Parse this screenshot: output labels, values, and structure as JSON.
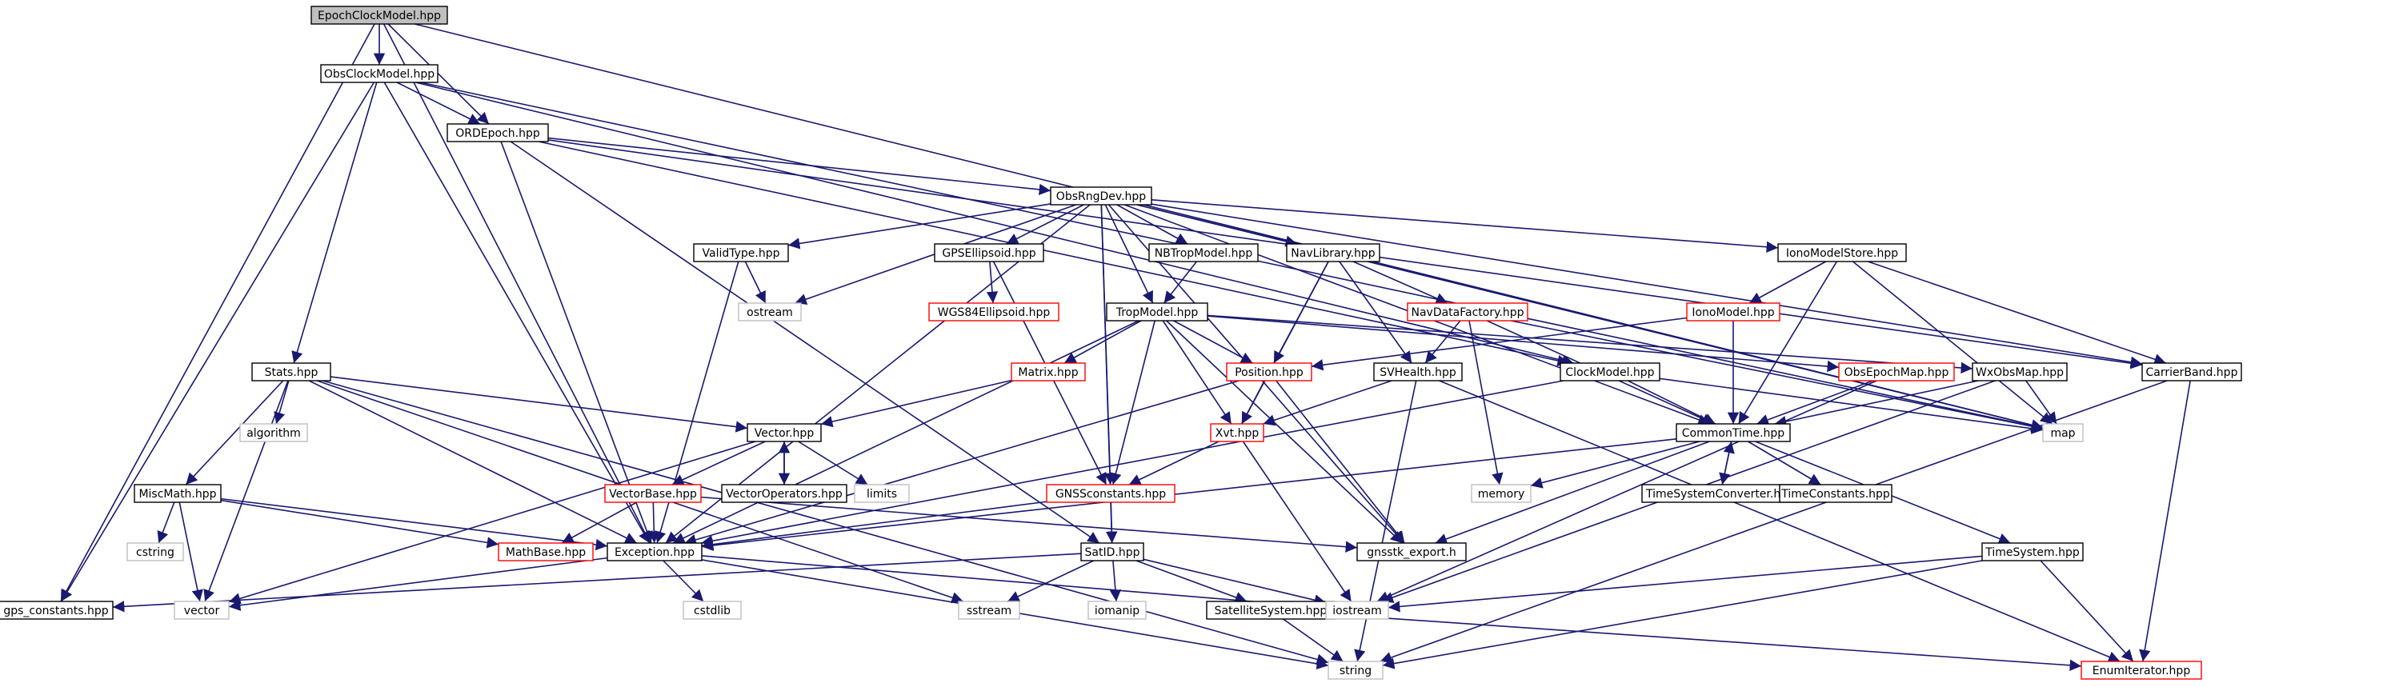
{
  "colors": {
    "edge": "#191970",
    "node_border": "#000000",
    "root_fill": "#bfbfbf",
    "normal_fill": "#ffffff",
    "incomplete_border": "#ff0000",
    "system_border": "#bfbfbf"
  },
  "graph": {
    "nodes": [
      {
        "id": "root",
        "label": "EpochClockModel.hpp",
        "kind": "root"
      },
      {
        "id": "obsclock",
        "label": "ObsClockModel.hpp",
        "kind": "normal"
      },
      {
        "id": "ordepoch",
        "label": "ORDEpoch.hpp",
        "kind": "normal"
      },
      {
        "id": "obsrng",
        "label": "ObsRngDev.hpp",
        "kind": "normal"
      },
      {
        "id": "validtype",
        "label": "ValidType.hpp",
        "kind": "normal"
      },
      {
        "id": "gpsell",
        "label": "GPSEllipsoid.hpp",
        "kind": "normal"
      },
      {
        "id": "nbtrop",
        "label": "NBTropModel.hpp",
        "kind": "normal"
      },
      {
        "id": "navlib",
        "label": "NavLibrary.hpp",
        "kind": "normal"
      },
      {
        "id": "ionostore",
        "label": "IonoModelStore.hpp",
        "kind": "normal"
      },
      {
        "id": "ostream",
        "label": "ostream",
        "kind": "system"
      },
      {
        "id": "wgs84",
        "label": "WGS84Ellipsoid.hpp",
        "kind": "incomplete"
      },
      {
        "id": "trop",
        "label": "TropModel.hpp",
        "kind": "normal"
      },
      {
        "id": "navdf",
        "label": "NavDataFactory.hpp",
        "kind": "incomplete"
      },
      {
        "id": "ionomodel",
        "label": "IonoModel.hpp",
        "kind": "incomplete"
      },
      {
        "id": "stats",
        "label": "Stats.hpp",
        "kind": "normal"
      },
      {
        "id": "algorithm",
        "label": "algorithm",
        "kind": "system"
      },
      {
        "id": "matrix",
        "label": "Matrix.hpp",
        "kind": "incomplete"
      },
      {
        "id": "position",
        "label": "Position.hpp",
        "kind": "incomplete"
      },
      {
        "id": "svhealth",
        "label": "SVHealth.hpp",
        "kind": "normal"
      },
      {
        "id": "clockmodel",
        "label": "ClockModel.hpp",
        "kind": "normal"
      },
      {
        "id": "obsepochmap",
        "label": "ObsEpochMap.hpp",
        "kind": "incomplete"
      },
      {
        "id": "wxobsmap",
        "label": "WxObsMap.hpp",
        "kind": "normal"
      },
      {
        "id": "carrierband",
        "label": "CarrierBand.hpp",
        "kind": "normal"
      },
      {
        "id": "map",
        "label": "map",
        "kind": "system"
      },
      {
        "id": "vector_h",
        "label": "Vector.hpp",
        "kind": "normal"
      },
      {
        "id": "xvt",
        "label": "Xvt.hpp",
        "kind": "incomplete"
      },
      {
        "id": "commontime",
        "label": "CommonTime.hpp",
        "kind": "normal"
      },
      {
        "id": "miscmath",
        "label": "MiscMath.hpp",
        "kind": "normal"
      },
      {
        "id": "vectorbase",
        "label": "VectorBase.hpp",
        "kind": "incomplete"
      },
      {
        "id": "vectorops",
        "label": "VectorOperators.hpp",
        "kind": "normal"
      },
      {
        "id": "limits",
        "label": "limits",
        "kind": "system"
      },
      {
        "id": "gnssconst",
        "label": "GNSSconstants.hpp",
        "kind": "incomplete"
      },
      {
        "id": "memory",
        "label": "memory",
        "kind": "system"
      },
      {
        "id": "tsconv",
        "label": "TimeSystemConverter.hpp",
        "kind": "normal"
      },
      {
        "id": "timeconst",
        "label": "TimeConstants.hpp",
        "kind": "normal"
      },
      {
        "id": "cstring",
        "label": "cstring",
        "kind": "system"
      },
      {
        "id": "mathbase",
        "label": "MathBase.hpp",
        "kind": "incomplete"
      },
      {
        "id": "exception",
        "label": "Exception.hpp",
        "kind": "normal"
      },
      {
        "id": "satid",
        "label": "SatID.hpp",
        "kind": "normal"
      },
      {
        "id": "gnsstk_export",
        "label": "gnsstk_export.h",
        "kind": "normal"
      },
      {
        "id": "timesystem",
        "label": "TimeSystem.hpp",
        "kind": "normal"
      },
      {
        "id": "gpsconst",
        "label": "gps_constants.hpp",
        "kind": "normal"
      },
      {
        "id": "vector_s",
        "label": "vector",
        "kind": "system"
      },
      {
        "id": "cstdlib",
        "label": "cstdlib",
        "kind": "system"
      },
      {
        "id": "sstream",
        "label": "sstream",
        "kind": "system"
      },
      {
        "id": "iomanip",
        "label": "iomanip",
        "kind": "system"
      },
      {
        "id": "satsys",
        "label": "SatelliteSystem.hpp",
        "kind": "normal"
      },
      {
        "id": "iostream",
        "label": "iostream",
        "kind": "system"
      },
      {
        "id": "string",
        "label": "string",
        "kind": "system"
      },
      {
        "id": "enumiter",
        "label": "EnumIterator.hpp",
        "kind": "incomplete"
      }
    ],
    "edges": [
      [
        "root",
        "obsclock"
      ],
      [
        "root",
        "ordepoch"
      ],
      [
        "root",
        "gpsconst"
      ],
      [
        "root",
        "exception"
      ],
      [
        "root",
        "map"
      ],
      [
        "obsclock",
        "ordepoch"
      ],
      [
        "obsclock",
        "stats"
      ],
      [
        "obsclock",
        "exception"
      ],
      [
        "obsclock",
        "gpsconst"
      ],
      [
        "obsclock",
        "clockmodel"
      ],
      [
        "obsclock",
        "map"
      ],
      [
        "ordepoch",
        "obsrng"
      ],
      [
        "ordepoch",
        "exception"
      ],
      [
        "ordepoch",
        "satid"
      ],
      [
        "ordepoch",
        "clockmodel"
      ],
      [
        "ordepoch",
        "carrierband"
      ],
      [
        "obsrng",
        "validtype"
      ],
      [
        "obsrng",
        "gpsell"
      ],
      [
        "obsrng",
        "nbtrop"
      ],
      [
        "obsrng",
        "navlib"
      ],
      [
        "obsrng",
        "ionostore"
      ],
      [
        "obsrng",
        "trop"
      ],
      [
        "obsrng",
        "ostream"
      ],
      [
        "obsrng",
        "gnssconst"
      ],
      [
        "obsrng",
        "satid"
      ],
      [
        "obsrng",
        "commontime"
      ],
      [
        "obsrng",
        "exception"
      ],
      [
        "obsrng",
        "carrierband"
      ],
      [
        "obsrng",
        "map"
      ],
      [
        "obsrng",
        "gnsstk_export"
      ],
      [
        "validtype",
        "ostream"
      ],
      [
        "validtype",
        "exception"
      ],
      [
        "gpsell",
        "wgs84"
      ],
      [
        "gpsell",
        "gnssconst"
      ],
      [
        "nbtrop",
        "trop"
      ],
      [
        "navlib",
        "navdf"
      ],
      [
        "navlib",
        "position"
      ],
      [
        "navlib",
        "xvt"
      ],
      [
        "navlib",
        "svhealth"
      ],
      [
        "ionostore",
        "ionomodel"
      ],
      [
        "ionostore",
        "commontime"
      ],
      [
        "ionostore",
        "carrierband"
      ],
      [
        "ionostore",
        "map"
      ],
      [
        "trop",
        "matrix"
      ],
      [
        "trop",
        "position"
      ],
      [
        "trop",
        "xvt"
      ],
      [
        "trop",
        "gnssconst"
      ],
      [
        "trop",
        "exception"
      ],
      [
        "trop",
        "obsepochmap"
      ],
      [
        "trop",
        "wxobsmap"
      ],
      [
        "trop",
        "gnsstk_export"
      ],
      [
        "navdf",
        "svhealth"
      ],
      [
        "navdf",
        "commontime"
      ],
      [
        "navdf",
        "memory"
      ],
      [
        "navdf",
        "map"
      ],
      [
        "ionomodel",
        "commontime"
      ],
      [
        "ionomodel",
        "position"
      ],
      [
        "stats",
        "vector_h"
      ],
      [
        "stats",
        "miscmath"
      ],
      [
        "stats",
        "exception"
      ],
      [
        "stats",
        "algorithm"
      ],
      [
        "stats",
        "vector_s"
      ],
      [
        "stats",
        "sstream"
      ],
      [
        "stats",
        "string"
      ],
      [
        "matrix",
        "vector_h"
      ],
      [
        "position",
        "xvt"
      ],
      [
        "position",
        "gnsstk_export"
      ],
      [
        "position",
        "exception"
      ],
      [
        "svhealth",
        "xvt"
      ],
      [
        "svhealth",
        "enumiter"
      ],
      [
        "svhealth",
        "string"
      ],
      [
        "clockmodel",
        "commontime"
      ],
      [
        "clockmodel",
        "exception"
      ],
      [
        "clockmodel",
        "map"
      ],
      [
        "obsepochmap",
        "commontime"
      ],
      [
        "obsepochmap",
        "iostream"
      ],
      [
        "wxobsmap",
        "commontime"
      ],
      [
        "wxobsmap",
        "map"
      ],
      [
        "wxobsmap",
        "iostream"
      ],
      [
        "carrierband",
        "enumiter"
      ],
      [
        "carrierband",
        "string"
      ],
      [
        "vector_h",
        "vectorbase"
      ],
      [
        "vector_h",
        "vectorops"
      ],
      [
        "vector_h",
        "limits"
      ],
      [
        "vector_h",
        "vector_s"
      ],
      [
        "vectorops",
        "vector_h"
      ],
      [
        "xvt",
        "gnssconst"
      ],
      [
        "xvt",
        "iostream"
      ],
      [
        "commontime",
        "tsconv"
      ],
      [
        "commontime",
        "timeconst"
      ],
      [
        "commontime",
        "timesystem"
      ],
      [
        "commontime",
        "memory"
      ],
      [
        "commontime",
        "gnsstk_export"
      ],
      [
        "commontime",
        "exception"
      ],
      [
        "tsconv",
        "commontime"
      ],
      [
        "miscmath",
        "cstring"
      ],
      [
        "miscmath",
        "vector_s"
      ],
      [
        "miscmath",
        "mathbase"
      ],
      [
        "miscmath",
        "exception"
      ],
      [
        "vectorbase",
        "mathbase"
      ],
      [
        "vectorbase",
        "exception"
      ],
      [
        "vectorbase",
        "gnsstk_export"
      ],
      [
        "gnssconst",
        "exception"
      ],
      [
        "gnssconst",
        "satid"
      ],
      [
        "exception",
        "cstdlib"
      ],
      [
        "exception",
        "vector_s"
      ],
      [
        "exception",
        "string"
      ],
      [
        "exception",
        "iostream"
      ],
      [
        "satid",
        "gpsconst"
      ],
      [
        "satid",
        "sstream"
      ],
      [
        "satid",
        "iomanip"
      ],
      [
        "satid",
        "satsys"
      ],
      [
        "satid",
        "iostream"
      ],
      [
        "timesystem",
        "iostream"
      ],
      [
        "timesystem",
        "string"
      ],
      [
        "timesystem",
        "enumiter"
      ],
      [
        "satsys",
        "string"
      ],
      [
        "satsys",
        "enumiter"
      ]
    ]
  }
}
